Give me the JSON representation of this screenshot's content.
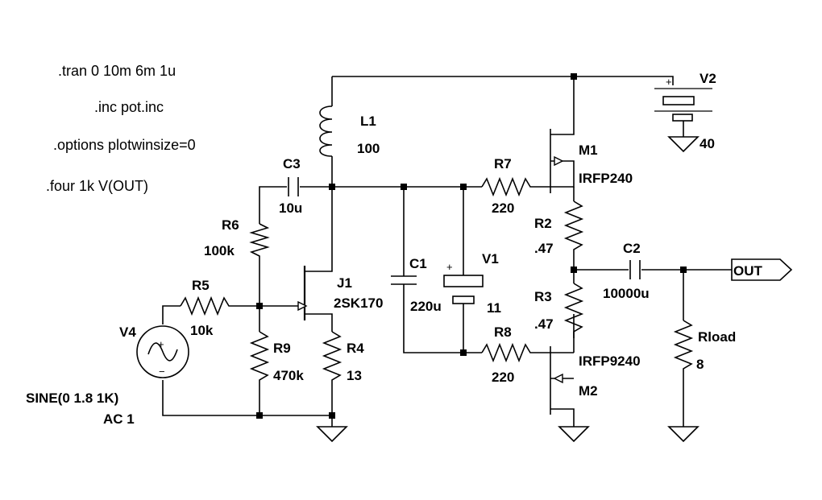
{
  "directives": [
    ".tran 0 10m 6m 1u",
    ".inc pot.inc",
    ".options plotwinsize=0",
    ".four 1k V(OUT)"
  ],
  "components": {
    "L1": {
      "ref": "L1",
      "value": "100"
    },
    "C3": {
      "ref": "C3",
      "value": "10u"
    },
    "R6": {
      "ref": "R6",
      "value": "100k"
    },
    "R5": {
      "ref": "R5",
      "value": "10k"
    },
    "R9": {
      "ref": "R9",
      "value": "470k"
    },
    "R4": {
      "ref": "R4",
      "value": "13"
    },
    "J1": {
      "ref": "J1",
      "value": "2SK170"
    },
    "V4": {
      "ref": "V4",
      "value": "SINE(0 1.8 1K)",
      "value2": "AC 1"
    },
    "C1": {
      "ref": "C1",
      "value": "220u"
    },
    "V1": {
      "ref": "V1",
      "value": "11"
    },
    "R7": {
      "ref": "R7",
      "value": "220"
    },
    "R8": {
      "ref": "R8",
      "value": "220"
    },
    "M1": {
      "ref": "M1",
      "value": "IRFP240"
    },
    "M2": {
      "ref": "M2",
      "value": "IRFP9240"
    },
    "R2": {
      "ref": "R2",
      "value": ".47"
    },
    "R3": {
      "ref": "R3",
      "value": ".47"
    },
    "C2": {
      "ref": "C2",
      "value": "10000u"
    },
    "V2": {
      "ref": "V2",
      "value": "40"
    },
    "Rload": {
      "ref": "Rload",
      "value": "8"
    }
  },
  "net_labels": {
    "out": "OUT"
  },
  "symbols": {
    "plus": "+",
    "minus": "−"
  }
}
